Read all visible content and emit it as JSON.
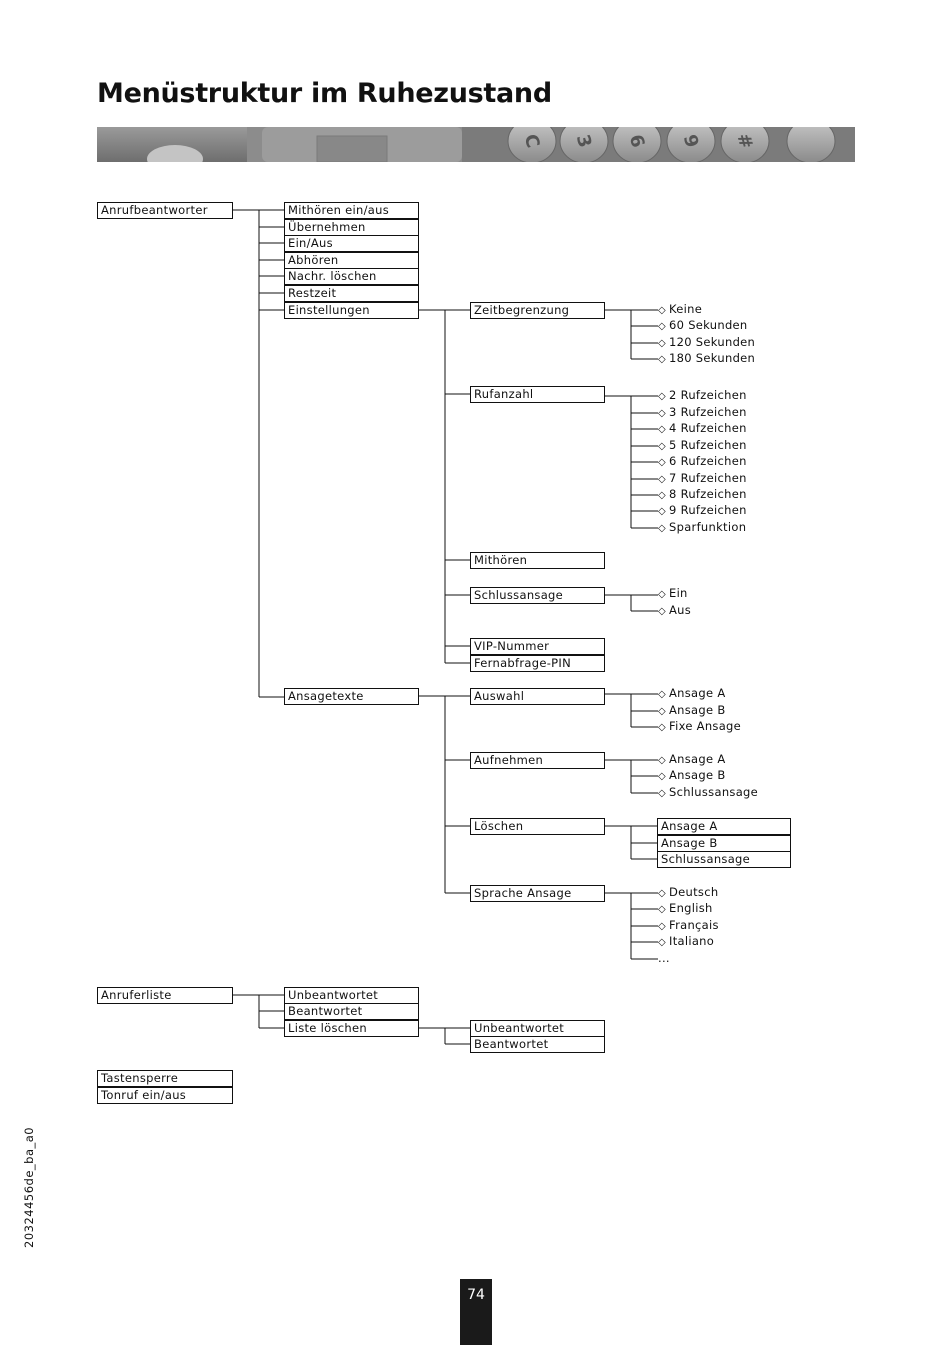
{
  "page": {
    "title": "Menüstruktur im Ruhezustand",
    "doc_id": "20324456de_ba_a0",
    "page_number": "74"
  },
  "banner": {
    "key_labels": [
      "C",
      "3",
      "6",
      "9",
      "#"
    ]
  },
  "diagram": {
    "l1": [
      {
        "label": "Anrufbeantworter"
      },
      {
        "label": "Anruferliste"
      },
      {
        "label": "Tastensperre"
      },
      {
        "label": "Tonruf ein/aus"
      }
    ],
    "l2": [
      {
        "label": "Mithören ein/aus"
      },
      {
        "label": "Übernehmen"
      },
      {
        "label": "Ein/Aus"
      },
      {
        "label": "Abhören"
      },
      {
        "label": "Nachr. löschen"
      },
      {
        "label": "Restzeit"
      },
      {
        "label": "Einstellungen"
      },
      {
        "label": "Ansagetexte"
      },
      {
        "label": "Unbeantwortet"
      },
      {
        "label": "Beantwortet"
      },
      {
        "label": "Liste löschen"
      }
    ],
    "l3": [
      {
        "label": "Zeitbegrenzung"
      },
      {
        "label": "Rufanzahl"
      },
      {
        "label": "Mithören"
      },
      {
        "label": "Schlussansage"
      },
      {
        "label": "VIP-Nummer"
      },
      {
        "label": "Fernabfrage-PIN"
      },
      {
        "label": "Auswahl"
      },
      {
        "label": "Aufnehmen"
      },
      {
        "label": "Löschen"
      },
      {
        "label": "Sprache Ansage"
      },
      {
        "label": "Unbeantwortet"
      },
      {
        "label": "Beantwortet"
      }
    ],
    "l4_boxes": [
      {
        "label": "Ansage A"
      },
      {
        "label": "Ansage B"
      },
      {
        "label": "Schlussansage"
      }
    ],
    "l4_options": [
      {
        "label": "Keine",
        "diamond": true
      },
      {
        "label": "60 Sekunden",
        "diamond": true
      },
      {
        "label": "120 Sekunden",
        "diamond": true
      },
      {
        "label": "180 Sekunden",
        "diamond": true
      },
      {
        "label": "2 Rufzeichen",
        "diamond": true
      },
      {
        "label": "3 Rufzeichen",
        "diamond": true
      },
      {
        "label": "4 Rufzeichen",
        "diamond": true
      },
      {
        "label": "5 Rufzeichen",
        "diamond": true
      },
      {
        "label": "6 Rufzeichen",
        "diamond": true
      },
      {
        "label": "7 Rufzeichen",
        "diamond": true
      },
      {
        "label": "8 Rufzeichen",
        "diamond": true
      },
      {
        "label": "9 Rufzeichen",
        "diamond": true
      },
      {
        "label": "Sparfunktion",
        "diamond": true
      },
      {
        "label": "Ein",
        "diamond": true
      },
      {
        "label": "Aus",
        "diamond": true
      },
      {
        "label": "Ansage A",
        "diamond": true
      },
      {
        "label": "Ansage B",
        "diamond": true
      },
      {
        "label": "Fixe Ansage",
        "diamond": true
      },
      {
        "label": "Ansage A",
        "diamond": true
      },
      {
        "label": "Ansage B",
        "diamond": true
      },
      {
        "label": "Schlussansage",
        "diamond": true
      },
      {
        "label": "Deutsch",
        "diamond": true
      },
      {
        "label": "English",
        "diamond": true
      },
      {
        "label": "Français",
        "diamond": true
      },
      {
        "label": "Italiano",
        "diamond": true
      },
      {
        "label": "...",
        "diamond": false
      }
    ]
  }
}
